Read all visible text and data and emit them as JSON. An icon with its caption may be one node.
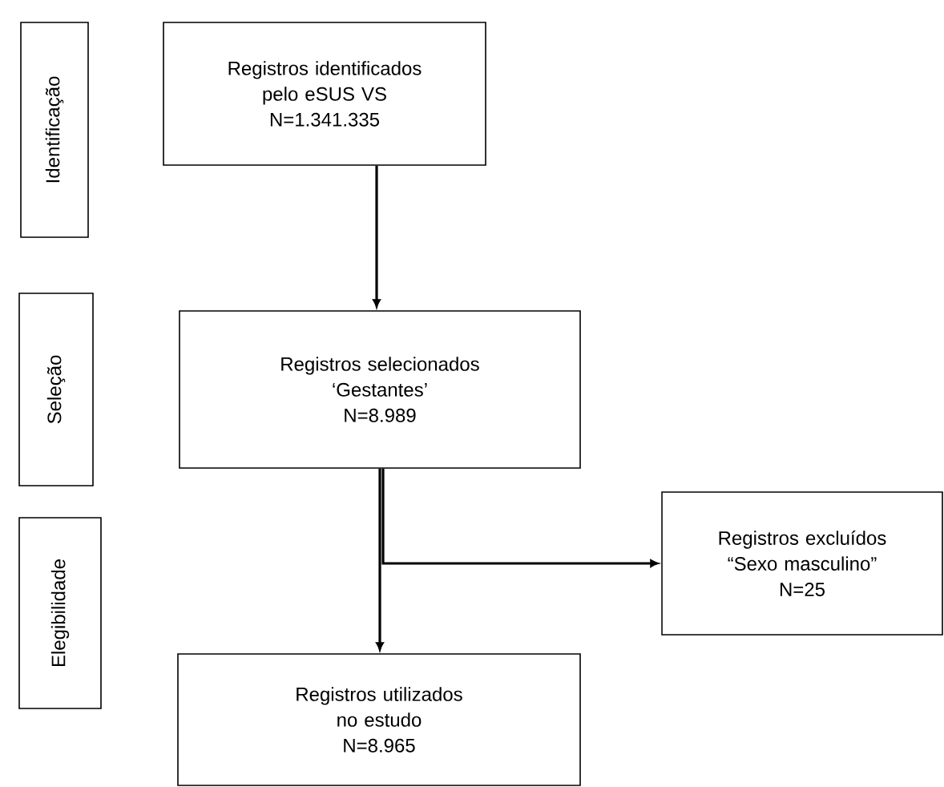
{
  "diagram": {
    "nodes": [
      {
        "text": [
          "Identificação"
        ]
      },
      {
        "text": [
          "Registros identificados pelo eSUS VS",
          "N=1.341.335"
        ]
      },
      {
        "text": [
          "Seleção"
        ]
      },
      {
        "text": [
          "Registros selecionados ‘Gestantes’",
          "N=8.989"
        ]
      },
      {
        "text": [
          "Elegibilidade"
        ]
      },
      {
        "text": [
          "Registros excluídos “Sexo masculino”",
          "N=25"
        ]
      },
      {
        "text": [
          "Registros utilizados no estudo",
          "N=8.965"
        ]
      }
    ],
    "edges": [
      {
        "from": 1,
        "to": 3,
        "arrow": "to"
      },
      {
        "from": 3,
        "to": 6,
        "arrow": "to"
      },
      {
        "from": 3,
        "to": 5,
        "arrow": "to"
      }
    ]
  }
}
